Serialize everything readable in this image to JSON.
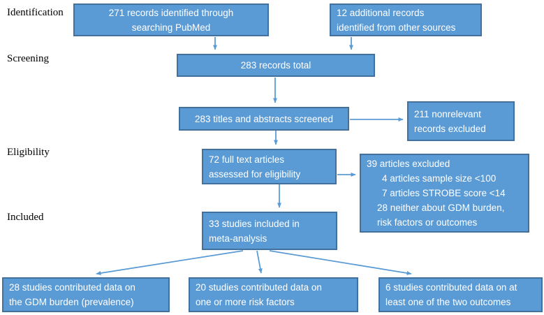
{
  "stage_labels": {
    "identification": "Identification",
    "screening": "Screening",
    "eligibility": "Eligibility",
    "included": "Included"
  },
  "boxes": {
    "pubmed": {
      "lines": [
        "271 records identified through",
        "searching PubMed"
      ]
    },
    "other_sources": {
      "lines": [
        "12 additional records",
        "identified from other sources"
      ]
    },
    "total": {
      "lines": [
        "283 records total"
      ]
    },
    "screened": {
      "lines": [
        "283 titles and abstracts screened"
      ]
    },
    "nonrelevant_excluded": {
      "lines": [
        "211 nonrelevant",
        "records excluded"
      ]
    },
    "fulltext": {
      "lines": [
        "72 full text articles",
        "assessed for eligibility"
      ]
    },
    "articles_excluded": {
      "lines": [
        "39 articles excluded",
        "4 articles sample size <100",
        "7 articles STROBE score <14",
        "28 neither about GDM burden,",
        "risk factors or outcomes"
      ]
    },
    "meta_analysis": {
      "lines": [
        "33 studies included in",
        "meta-analysis"
      ]
    },
    "gdm_burden": {
      "lines": [
        "28 studies contributed data on",
        "the GDM burden (prevalence)"
      ]
    },
    "risk_factors": {
      "lines": [
        "20 studies contributed data on",
        "one or more risk factors"
      ]
    },
    "outcomes": {
      "lines": [
        "6 studies contributed data on at",
        "least one of the two outcomes"
      ]
    }
  },
  "colors": {
    "box_fill": "#5b9bd5",
    "box_border": "#41719c",
    "arrow": "#5b9bd5",
    "box_text": "#ffffff",
    "label_text": "#000000",
    "background": "#ffffff"
  }
}
